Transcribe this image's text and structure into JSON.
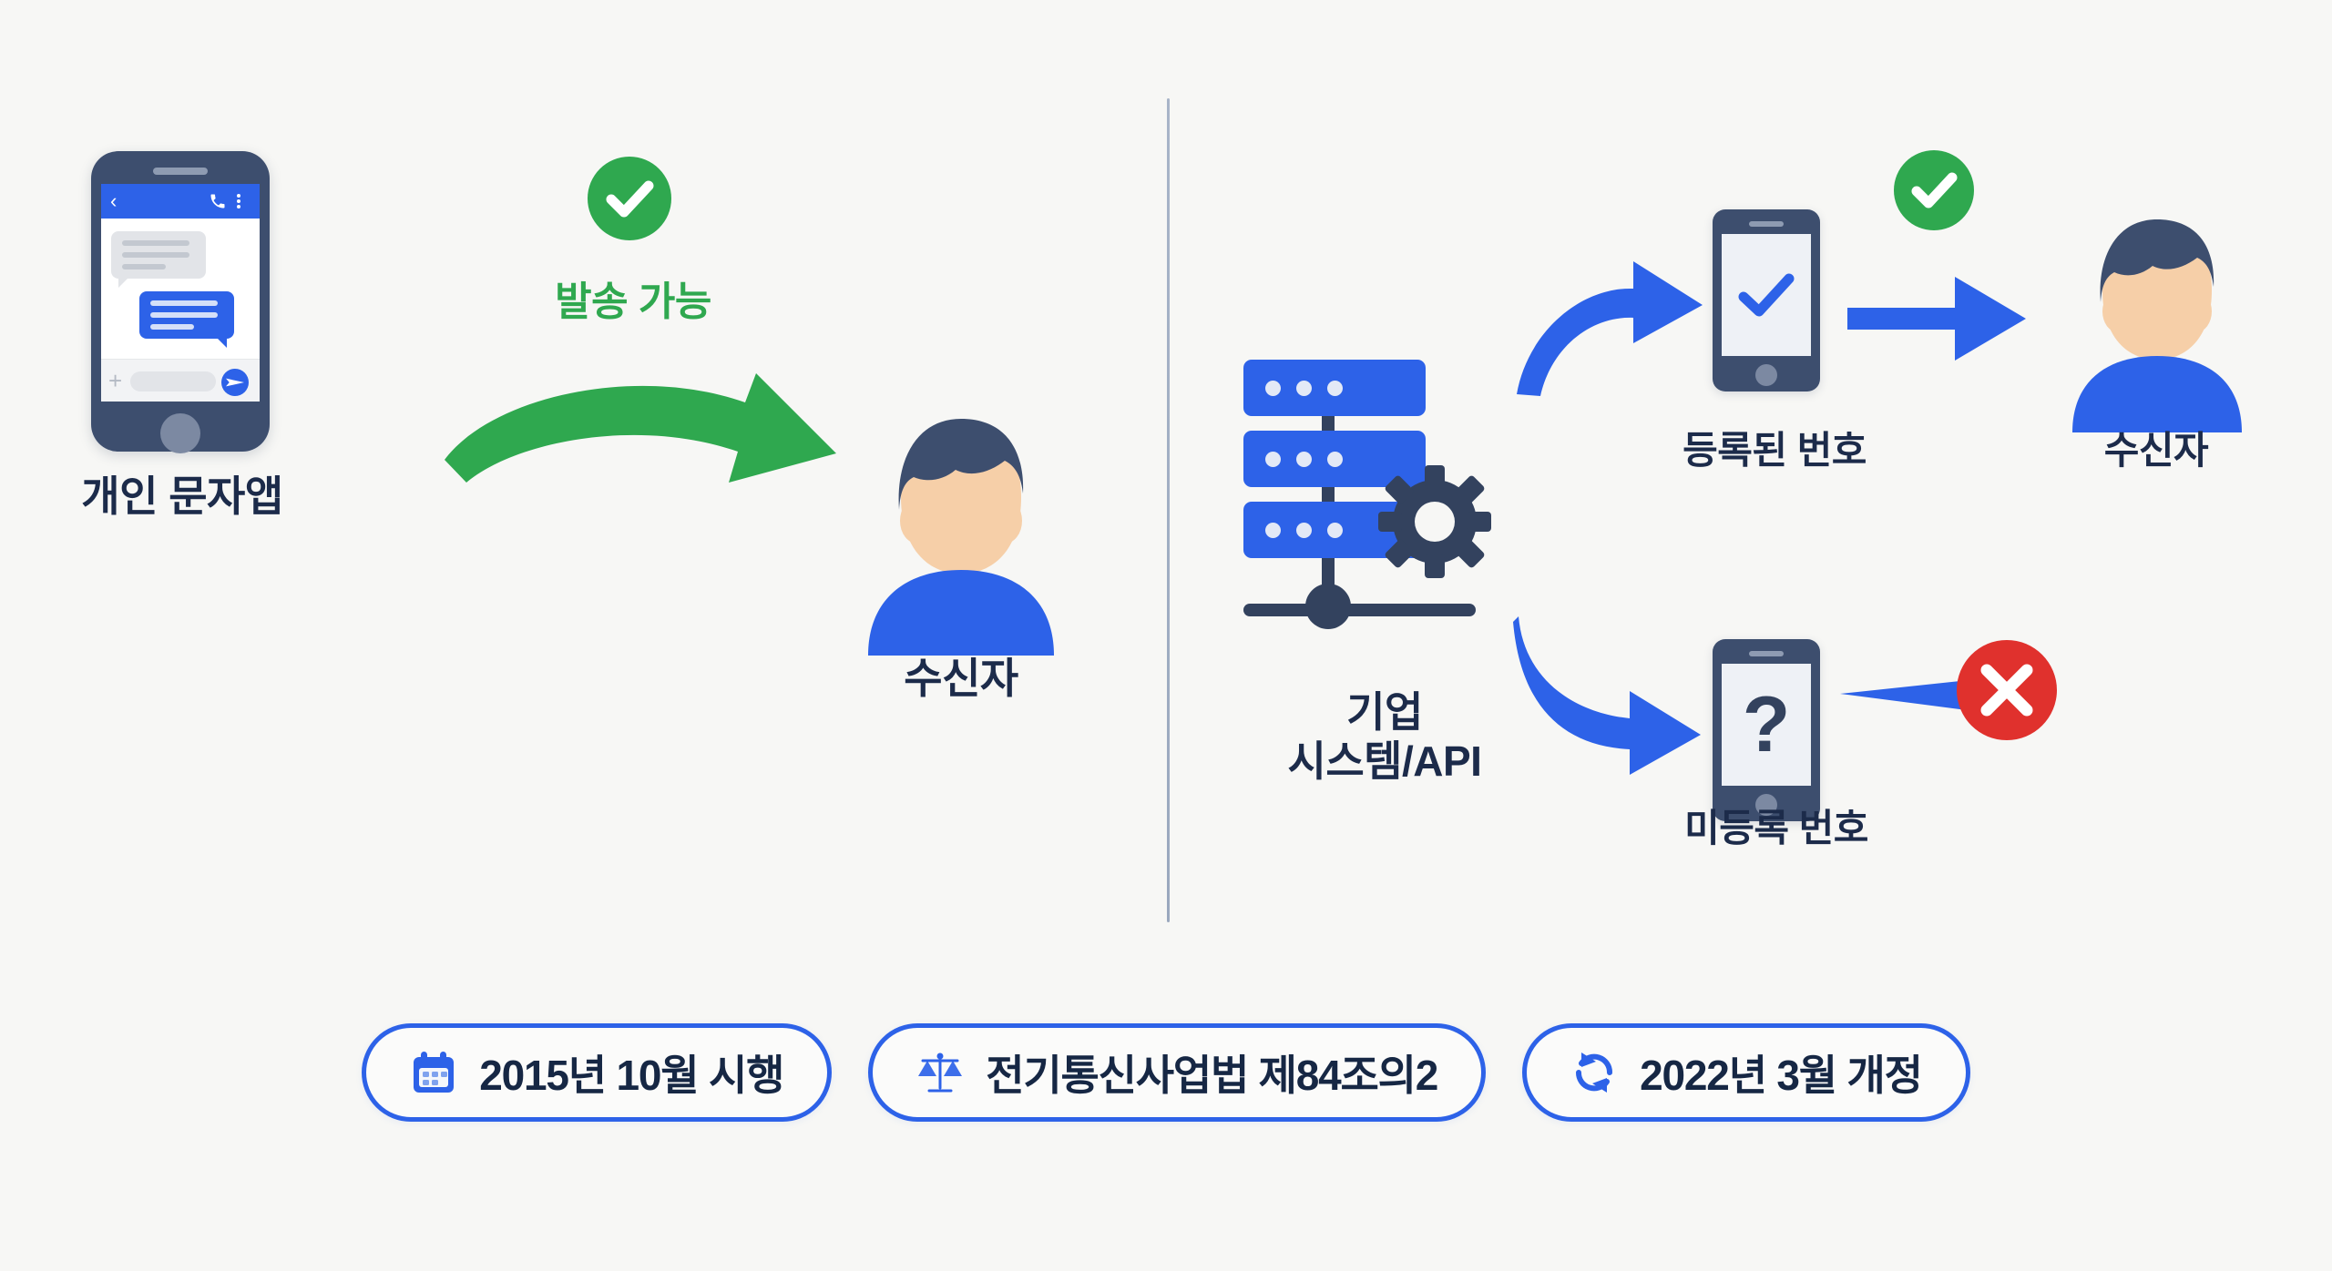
{
  "meta": {
    "background_color": "#F7F7F5",
    "accent_blue": "#2D62E8",
    "accent_green": "#2FA84F",
    "accent_red": "#E0312D",
    "text_navy": "#1C2B4A",
    "skin": "#F6CFA8",
    "hair_navy": "#3D4E6E"
  },
  "left_panel": {
    "status_text": "발송 가능",
    "status_icon": "check-circle-icon",
    "source_label": "개인 문자앱",
    "receiver_label": "수신자",
    "arrow_icon": "curved-arrow-right-icon",
    "phone": {
      "back_icon": "chevron-left-icon",
      "call_icon": "phone-icon",
      "menu_icon": "kebab-menu-icon",
      "attach_icon": "plus-icon",
      "send_icon": "send-paper-plane-icon",
      "home_icon": "home-button-icon"
    }
  },
  "right_panel": {
    "system_label": "기업\n시스템/API",
    "system_icon": "server-gear-icon",
    "registered": {
      "label": "등록된 번호",
      "phone_icon": "phone-check-icon",
      "status_icon": "check-circle-icon",
      "arrow_icon": "curved-arrow-right-icon",
      "delivery_arrow_icon": "arrow-right-icon",
      "receiver_label": "수신자"
    },
    "unregistered": {
      "label": "미등록 번호",
      "phone_icon": "phone-question-icon",
      "phone_glyph": "?",
      "status_icon": "x-circle-icon",
      "arrow_icon": "curved-arrow-right-icon",
      "blocked_arrow_icon": "arrow-right-icon"
    }
  },
  "footer_badges": [
    {
      "icon": "calendar-icon",
      "label": "2015년 10월 시행"
    },
    {
      "icon": "scales-icon",
      "label": "전기통신사업법 제84조의2"
    },
    {
      "icon": "refresh-icon",
      "label": "2022년 3월 개정"
    }
  ]
}
